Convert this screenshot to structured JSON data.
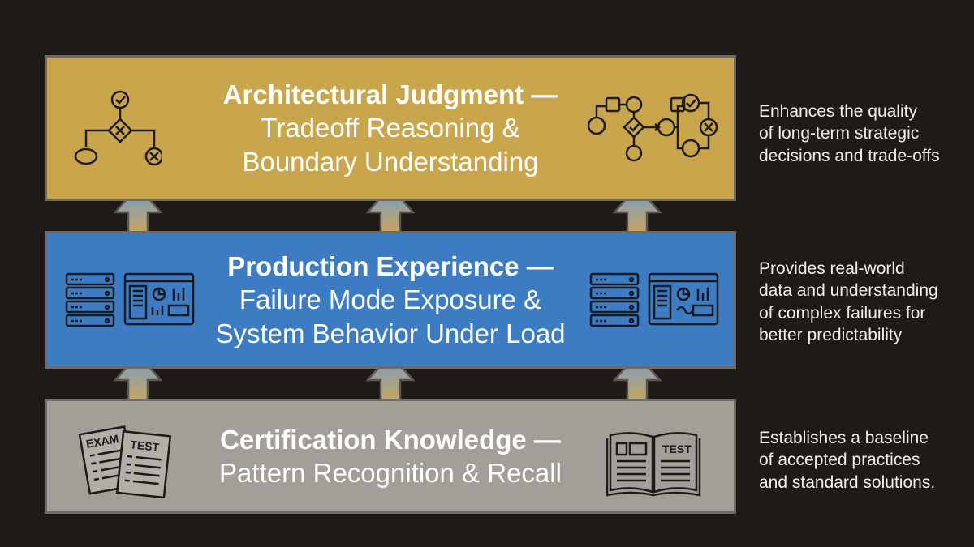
{
  "tiers": [
    {
      "title": "Architectural Judgment —",
      "subtitle": [
        "Tradeoff Reasoning &",
        "Boundary Understanding"
      ],
      "note": [
        "Enhances the quality",
        "of long-term strategic",
        "decisions and trade-offs"
      ],
      "color": "#c9a54c",
      "left_icon": "decision-flowchart-icon",
      "right_icon": "process-flow-icon"
    },
    {
      "title": "Production Experience —",
      "subtitle": [
        "Failure Mode Exposure &",
        "System Behavior Under Load"
      ],
      "note": [
        "Provides real-world",
        "data and understanding",
        "of complex failures for",
        "better predictability"
      ],
      "color": "#3d7cc3",
      "left_icon": "server-dashboard-icon",
      "right_icon": "server-dashboard-icon"
    },
    {
      "title": "Certification Knowledge —",
      "subtitle": [
        "Pattern Recognition & Recall"
      ],
      "note": [
        "Establishes a baseline",
        "of accepted practices",
        "and standard solutions."
      ],
      "color": "#a39e98",
      "left_icon": "exam-papers-icon",
      "right_icon": "test-book-icon"
    }
  ],
  "icon_labels": {
    "exam": "EXAM",
    "test": "TEST"
  },
  "arrow_color": "#d9a84a",
  "background": "#1d1a18"
}
